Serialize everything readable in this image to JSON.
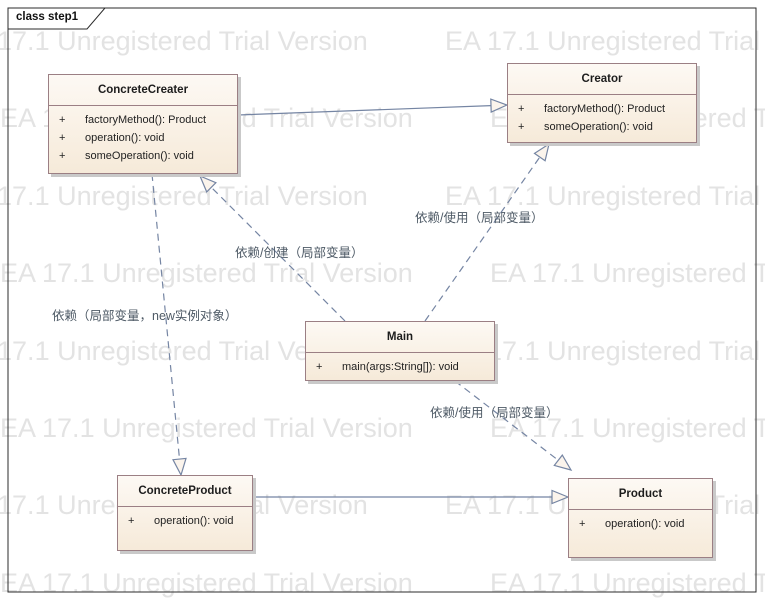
{
  "window": {
    "tab_label": "class step1"
  },
  "watermark": {
    "text": "EA 17.1 Unregistered Trial Version",
    "color": "#e3e3e3"
  },
  "colors": {
    "box_border": "#9b7f84",
    "box_fill_top": "#fdf9f4",
    "box_fill_bottom": "#f6ead9",
    "connector": "#7585a3",
    "label_text": "#4e5a66",
    "frame": "#2b2b2b",
    "shadow": "#c9c9c9"
  },
  "classes": [
    {
      "id": "concretecreater",
      "name": "ConcreteCreater",
      "operations": [
        {
          "visibility": "+",
          "signature": "factoryMethod(): Product"
        },
        {
          "visibility": "+",
          "signature": "operation(): void"
        },
        {
          "visibility": "+",
          "signature": "someOperation(): void"
        }
      ]
    },
    {
      "id": "creator",
      "name": "Creator",
      "operations": [
        {
          "visibility": "+",
          "signature": "factoryMethod(): Product"
        },
        {
          "visibility": "+",
          "signature": "someOperation(): void"
        }
      ]
    },
    {
      "id": "main",
      "name": "Main",
      "operations": [
        {
          "visibility": "+",
          "signature": "main(args:String[]): void"
        }
      ]
    },
    {
      "id": "concreteproduct",
      "name": "ConcreteProduct",
      "operations": [
        {
          "visibility": "+",
          "signature": "operation(): void"
        }
      ]
    },
    {
      "id": "product",
      "name": "Product",
      "operations": [
        {
          "visibility": "+",
          "signature": "operation(): void"
        }
      ]
    }
  ],
  "connectors": [
    {
      "id": "gen-concretecreater-creator",
      "type": "generalization",
      "from": "ConcreteCreater",
      "to": "Creator",
      "line": "solid",
      "label": ""
    },
    {
      "id": "gen-concreteproduct-product",
      "type": "generalization",
      "from": "ConcreteProduct",
      "to": "Product",
      "line": "solid",
      "label": ""
    },
    {
      "id": "dep-main-concretecreater",
      "type": "dependency",
      "from": "Main",
      "to": "ConcreteCreater",
      "line": "dashed",
      "label": "依赖/创建（局部变量）"
    },
    {
      "id": "dep-main-creator",
      "type": "dependency",
      "from": "Main",
      "to": "Creator",
      "line": "dashed",
      "label": "依赖/使用（局部变量）"
    },
    {
      "id": "dep-main-product",
      "type": "dependency",
      "from": "Main",
      "to": "Product",
      "line": "dashed",
      "label": "依赖/使用（局部变量）"
    },
    {
      "id": "dep-concretecreater-concreteproduct",
      "type": "dependency",
      "from": "ConcreteCreater",
      "to": "ConcreteProduct",
      "line": "dashed",
      "label": "依赖（局部变量，new实例对象）"
    }
  ]
}
